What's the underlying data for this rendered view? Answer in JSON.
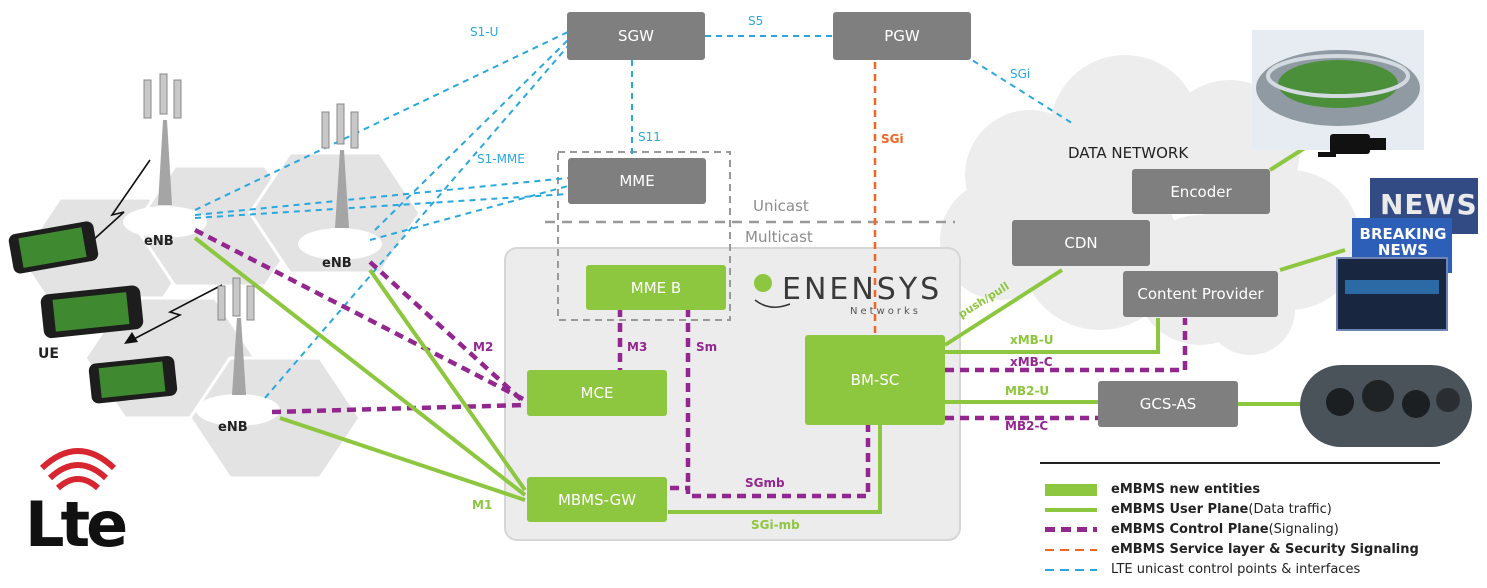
{
  "nodes": {
    "sgw": "SGW",
    "pgw": "PGW",
    "mme": "MME",
    "mmeb": "MME B",
    "mce": "MCE",
    "bmsc": "BM-SC",
    "mbmsgw": "MBMS-GW",
    "encoder": "Encoder",
    "cdn": "CDN",
    "content_provider": "Content Provider",
    "gcsas": "GCS-AS"
  },
  "enb_label": "eNB",
  "ue_label": "UE",
  "data_network": "DATA NETWORK",
  "unicast": "Unicast",
  "multicast": "Multicast",
  "brand": {
    "name": "ENENSYS",
    "sub": "Networks"
  },
  "logo_text": "Lte",
  "interfaces": {
    "s1u": "S1-U",
    "s5": "S5",
    "sgi_blue": "SGi",
    "s11": "S11",
    "s1mme": "S1-MME",
    "sgi_orange": "SGi",
    "m2": "M2",
    "m3": "M3",
    "sm": "Sm",
    "m1": "M1",
    "sgmb": "SGmb",
    "sgimb": "SGi-mb",
    "pushpull": "push/pull",
    "xmbu": "xMB-U",
    "xmbc": "xMB-C",
    "mb2u": "MB2-U",
    "mb2c": "MB2-C"
  },
  "images": {
    "news1": "NEWS",
    "news2": "BREAKING NEWS"
  },
  "legend": [
    {
      "bold": "eMBMS new entities",
      "rest": "",
      "color": "#8dc63f"
    },
    {
      "bold": "eMBMS User Plane",
      "rest": " (Data traffic)",
      "color": "#8dc63f"
    },
    {
      "bold": "eMBMS Control Plane",
      "rest": " (Signaling)",
      "color": "#93278f"
    },
    {
      "bold": "eMBMS Service layer & Security Signaling",
      "rest": "",
      "color": "#f26522"
    },
    {
      "bold": "",
      "rest": "LTE unicast control points & interfaces",
      "color": "#29a8e0"
    }
  ],
  "colors": {
    "green": "#8dc63f",
    "purple": "#93278f",
    "orange": "#f26522",
    "blue": "#29a8e0",
    "gray": "#7f7f7f"
  }
}
